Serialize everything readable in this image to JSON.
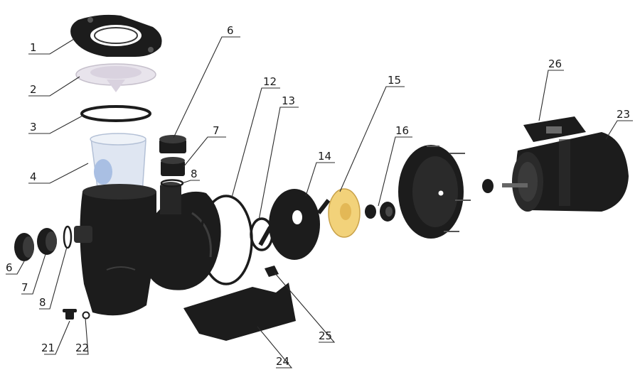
{
  "diagram": {
    "callouts": [
      {
        "id": "1"
      },
      {
        "id": "2"
      },
      {
        "id": "3"
      },
      {
        "id": "4"
      },
      {
        "id": "6"
      },
      {
        "id": "7"
      },
      {
        "id": "8"
      },
      {
        "id": "12"
      },
      {
        "id": "13"
      },
      {
        "id": "14"
      },
      {
        "id": "15"
      },
      {
        "id": "16"
      },
      {
        "id": "26"
      },
      {
        "id": "23"
      },
      {
        "id": "6"
      },
      {
        "id": "7"
      },
      {
        "id": "8"
      },
      {
        "id": "21"
      },
      {
        "id": "22"
      },
      {
        "id": "24"
      },
      {
        "id": "25"
      }
    ]
  },
  "colors": {
    "part_dark": "#1c1c1c",
    "part_mid": "#2e2e2e",
    "part_light": "#4a4a4a",
    "basket": "#dfe6f2",
    "impeller": "#f2d27a",
    "lid": "#e8e4ec"
  }
}
